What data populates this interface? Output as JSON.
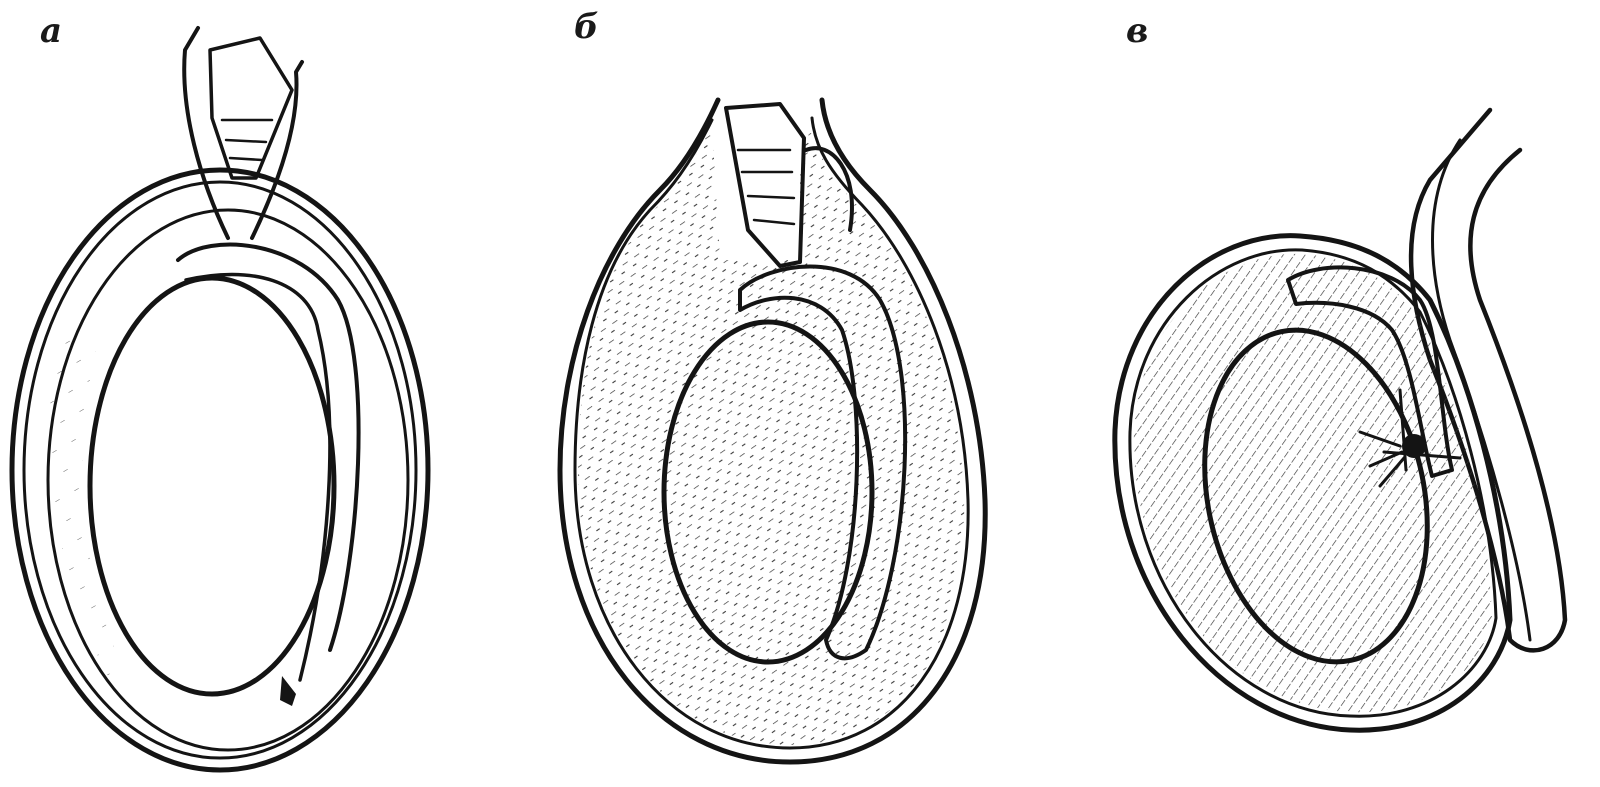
{
  "figure": {
    "panels": [
      {
        "id": "a",
        "label": "а"
      },
      {
        "id": "b",
        "label": "б"
      },
      {
        "id": "c",
        "label": "в"
      }
    ],
    "colors": {
      "ink": "#141414",
      "background": "#ffffff",
      "hatching": "#3a3a3a"
    }
  }
}
